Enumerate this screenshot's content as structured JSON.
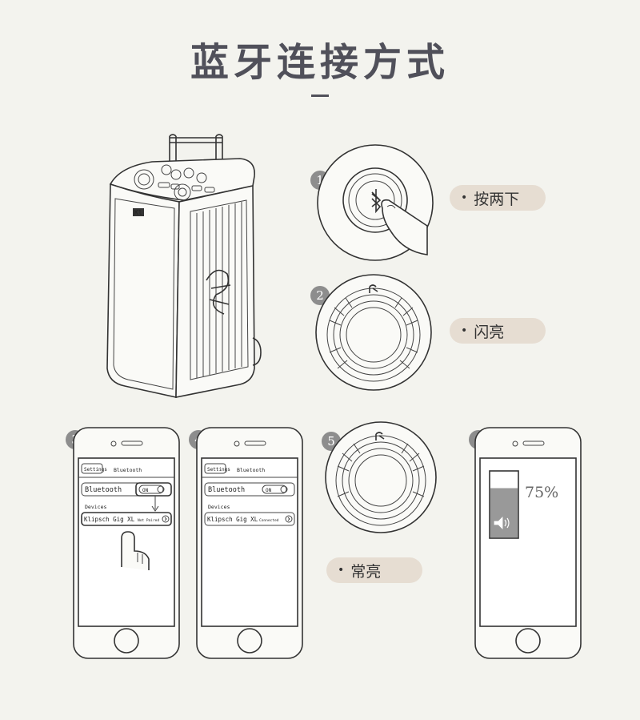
{
  "title": "蓝牙连接方式",
  "steps": [
    {
      "number": "1",
      "label": "按两下"
    },
    {
      "number": "2",
      "label": "闪亮"
    },
    {
      "number": "3"
    },
    {
      "number": "4"
    },
    {
      "number": "5",
      "label": "常亮"
    },
    {
      "number": "6"
    }
  ],
  "speaker": {
    "brand_logo_text": "Kl"
  },
  "phone_screen": {
    "back_button": "Settings",
    "header": "Bluetooth",
    "bluetooth_label": "Bluetooth",
    "toggle_on": "ON",
    "devices_label": "Devices",
    "device_name": "Klipsch Gig XL",
    "status_not_paired": "Not Paired",
    "status_connected": "Connected"
  },
  "volume": {
    "level_text": "75%",
    "level_fraction": 0.75
  },
  "icons": [
    "bluetooth-icon",
    "speaker-volume-icon",
    "chevron-right-icon",
    "finger-icon"
  ],
  "colors": {
    "background": "#f3f3ee",
    "pill": "#e6ddd2",
    "badge": "#8d8d8d",
    "title": "#50505a"
  }
}
